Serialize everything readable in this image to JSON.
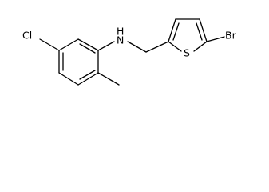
{
  "molecule": {
    "atom_labels": {
      "chlorine": "Cl",
      "amine": "H",
      "amine_n": "N",
      "sulfur": "S",
      "bromine": "Br"
    },
    "colors": {
      "bond": "#000000",
      "label": "#000000",
      "background": "#ffffff"
    }
  }
}
